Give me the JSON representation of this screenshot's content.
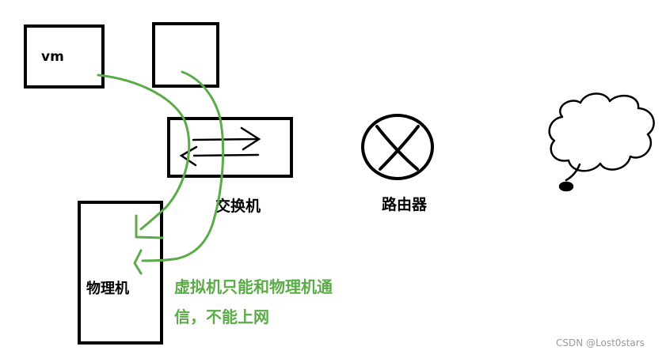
{
  "labels": {
    "vm": "vm",
    "switch": "交换机",
    "router": "路由器",
    "physical_machine": "物理机"
  },
  "note": {
    "line1": "虚拟机只能和物理机通",
    "line2": "信，不能上网"
  },
  "watermark": "CSDN @Lost0stars",
  "colors": {
    "stroke": "#000000",
    "annotation": "#5bab48",
    "watermark": "#9a9a9a"
  }
}
